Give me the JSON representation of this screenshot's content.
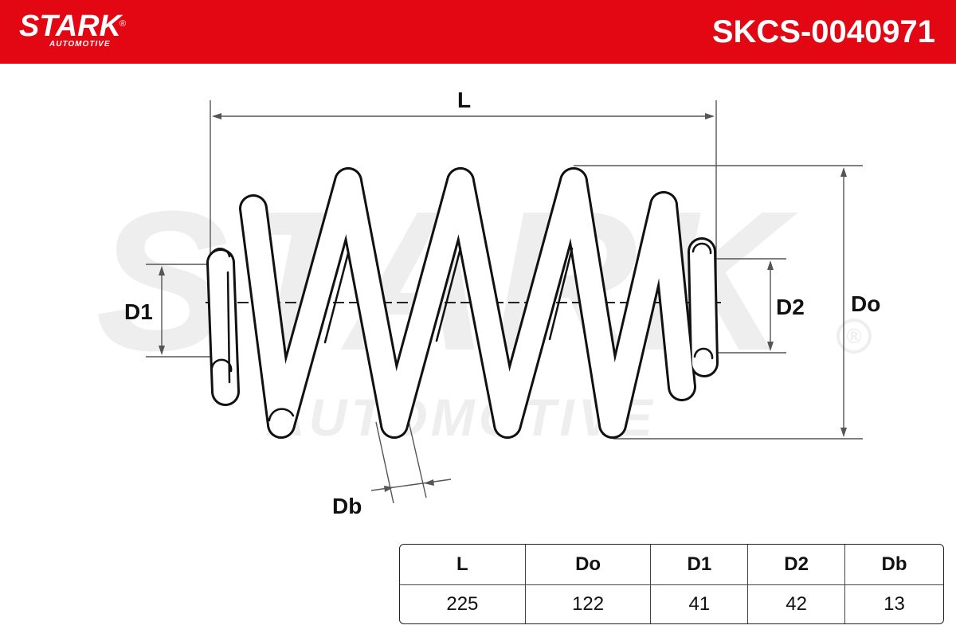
{
  "header": {
    "brand": "STARK",
    "brand_sub": "AUTOMOTIVE",
    "brand_reg": "®",
    "part_number": "SKCS-0040971",
    "background_color": "#e30613"
  },
  "watermark": {
    "word": "STARK",
    "sub": "AUTOMOTIVE",
    "reg": "®"
  },
  "diagram": {
    "labels": {
      "L": "L",
      "Do": "Do",
      "D1": "D1",
      "D2": "D2",
      "Db": "Db"
    }
  },
  "spec_table": {
    "headers": [
      "L",
      "Do",
      "D1",
      "D2",
      "Db"
    ],
    "values": [
      "225",
      "122",
      "41",
      "42",
      "13"
    ]
  }
}
